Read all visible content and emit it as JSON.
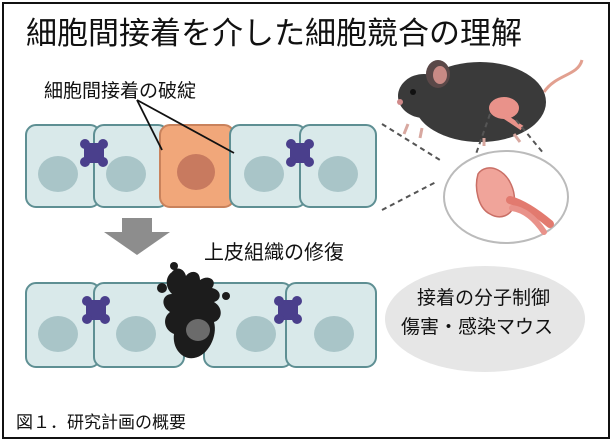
{
  "figure": {
    "title": "細胞間接着を介した細胞競合の理解",
    "label_breakdown": "細胞間接着の破綻",
    "label_repair": "上皮組織の修復",
    "ellipse_text_line1": "接着の分子制御",
    "ellipse_text_line2": "傷害・感染マウス",
    "caption": "図１．研究計画の概要"
  },
  "colors": {
    "cell_fill": "#d9e9ea",
    "cell_border": "#5e8f93",
    "nucleus": "#a9c5c8",
    "loser_cell_fill": "#f1a77a",
    "loser_nucleus": "#c87a5f",
    "junction": "#4a3f8c",
    "arrow": "#8d8d8d",
    "phagocyte": "#1c1c1c",
    "mouse": "#3a3a3a",
    "organ": "#e9928a"
  },
  "icons": [
    "mouse-illustration",
    "organ-illustration",
    "down-arrow-icon",
    "junction-icon"
  ]
}
